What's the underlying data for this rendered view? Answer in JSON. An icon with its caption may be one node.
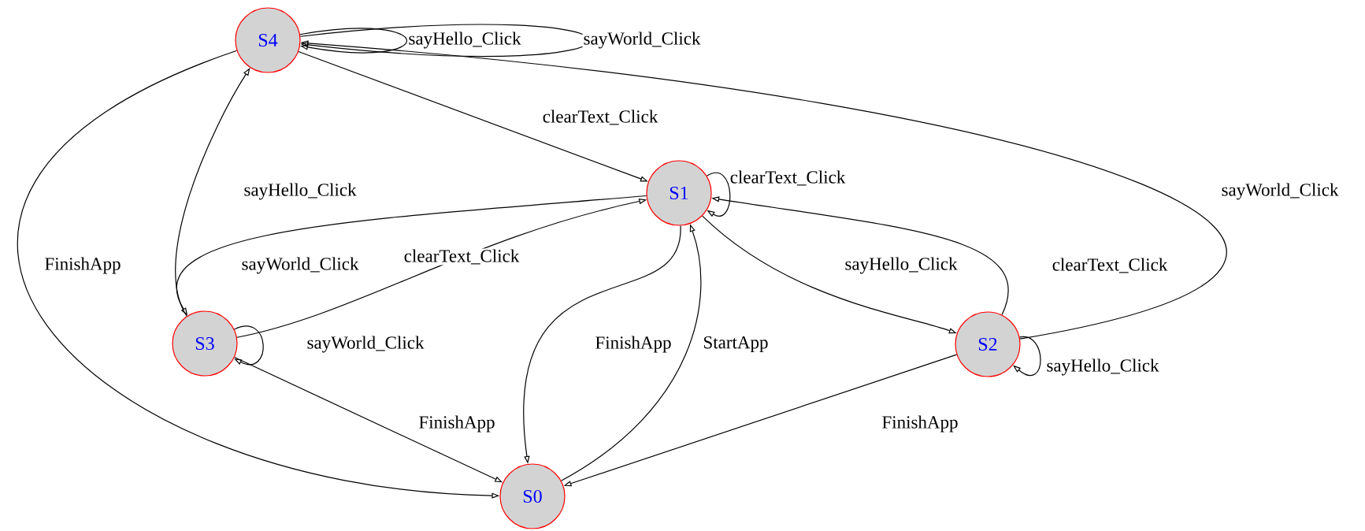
{
  "diagram": {
    "nodes": [
      {
        "text": [
          "S4"
        ]
      },
      {
        "text": [
          "S1"
        ]
      },
      {
        "text": [
          "S3"
        ]
      },
      {
        "text": [
          "S2"
        ]
      },
      {
        "text": [
          "S0"
        ]
      }
    ],
    "edges": [
      {
        "from": 0,
        "to": 0,
        "arrow": "to",
        "label": "sayHello_Click"
      },
      {
        "from": 0,
        "to": 0,
        "arrow": "to",
        "label": "sayWorld_Click"
      },
      {
        "from": 0,
        "to": 1,
        "arrow": "to",
        "label": "clearText_Click"
      },
      {
        "from": 0,
        "to": 4,
        "arrow": "to",
        "label": "FinishApp"
      },
      {
        "from": 1,
        "to": 1,
        "arrow": "to",
        "label": "clearText_Click"
      },
      {
        "from": 1,
        "to": 2,
        "arrow": "to",
        "label": "sayWorld_Click"
      },
      {
        "from": 2,
        "to": 1,
        "arrow": "to",
        "label": "clearText_Click"
      },
      {
        "from": 2,
        "to": 0,
        "arrow": "to",
        "label": "sayHello_Click"
      },
      {
        "from": 2,
        "to": 2,
        "arrow": "to",
        "label": "sayWorld_Click"
      },
      {
        "from": 2,
        "to": 4,
        "arrow": "to",
        "label": "FinishApp"
      },
      {
        "from": 1,
        "to": 4,
        "arrow": "to",
        "label": "FinishApp"
      },
      {
        "from": 4,
        "to": 1,
        "arrow": "to",
        "label": "StartApp"
      },
      {
        "from": 1,
        "to": 3,
        "arrow": "to",
        "label": "sayHello_Click"
      },
      {
        "from": 3,
        "to": 1,
        "arrow": "to",
        "label": "clearText_Click"
      },
      {
        "from": 3,
        "to": 3,
        "arrow": "to",
        "label": "sayHello_Click"
      },
      {
        "from": 3,
        "to": 0,
        "arrow": "to",
        "label": "sayWorld_Click"
      },
      {
        "from": 3,
        "to": 4,
        "arrow": "to",
        "label": "FinishApp"
      }
    ]
  }
}
